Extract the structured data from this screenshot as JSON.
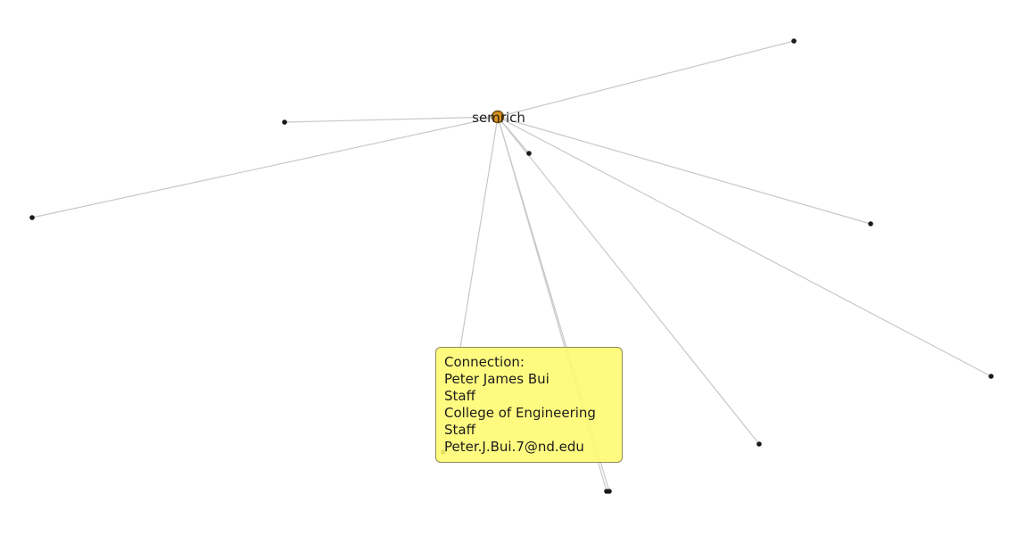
{
  "graph": {
    "center": {
      "label": "semrich",
      "color": "#d9901a"
    },
    "edge_color": "#c8c8c8",
    "node_color": "#1a1a1a",
    "leaf_count": 10
  },
  "tooltip": {
    "background": "#fff86e",
    "lines": [
      "Connection:",
      "Peter James Bui",
      "Staff",
      "College of Engineering",
      "Staff",
      "Peter.J.Bui.7@nd.edu"
    ]
  }
}
